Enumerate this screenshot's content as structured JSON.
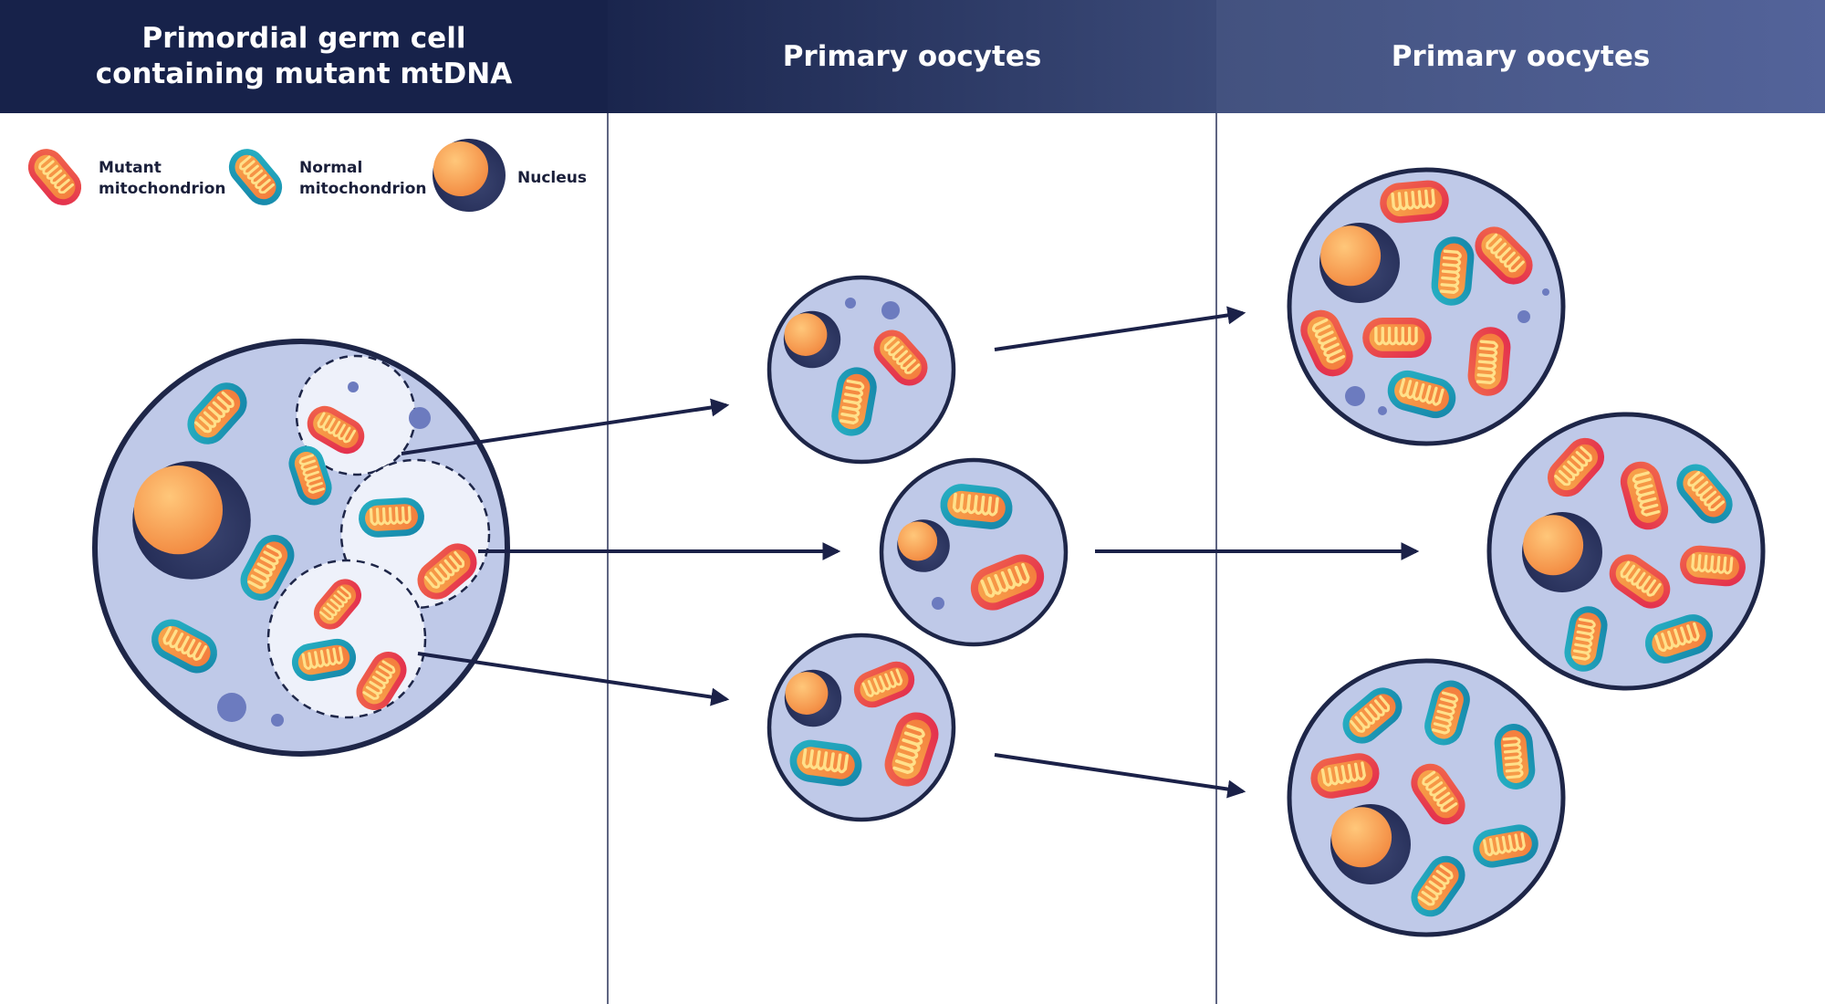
{
  "headers": {
    "col1_title": "Primordial germ cell\ncontaining mutant mtDNA",
    "col2_title": "Primary oocytes",
    "col3_title": "Primary oocytes"
  },
  "legend": {
    "mutant_line1": "Mutant",
    "mutant_line2": "mitochondrion",
    "normal_line1": "Normal",
    "normal_line2": "mitochondrion",
    "nucleus": "Nucleus"
  },
  "colors": {
    "cell_fill": "#bfc9e8",
    "cell_stroke": "#1e2648",
    "mutant_outer": "#e8334a",
    "normal_outer": "#1aa3b8",
    "nucleus_dark": "#2a3258",
    "arrow": "#1b2148"
  }
}
